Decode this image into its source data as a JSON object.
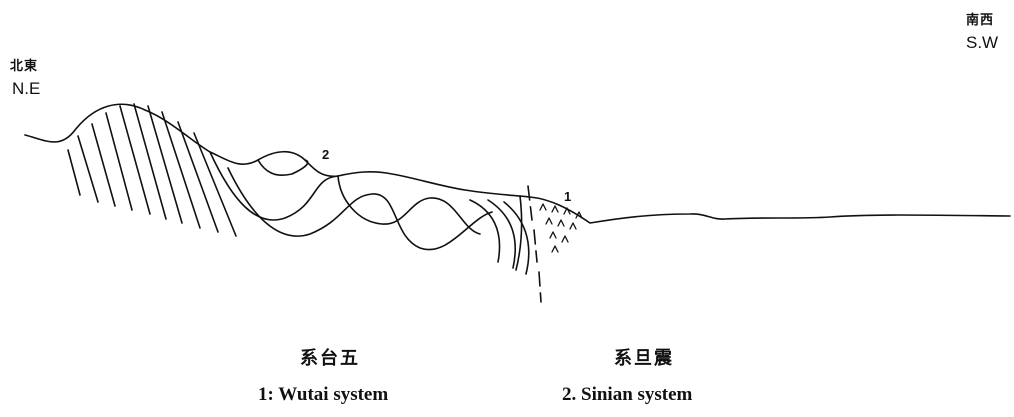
{
  "orientation": {
    "left_cjk": "北東",
    "left_code": "N.E",
    "right_cjk": "南西",
    "right_code": "S.W"
  },
  "section_labels": {
    "sinian_number": "2",
    "wutai_number": "1"
  },
  "legend": {
    "wutai_cjk": "系台五",
    "wutai_text": "1: Wutai system",
    "sinian_cjk": "系旦震",
    "sinian_text": "2. Sinian system"
  },
  "colors": {
    "ink": "#111111",
    "paper": "#ffffff"
  }
}
